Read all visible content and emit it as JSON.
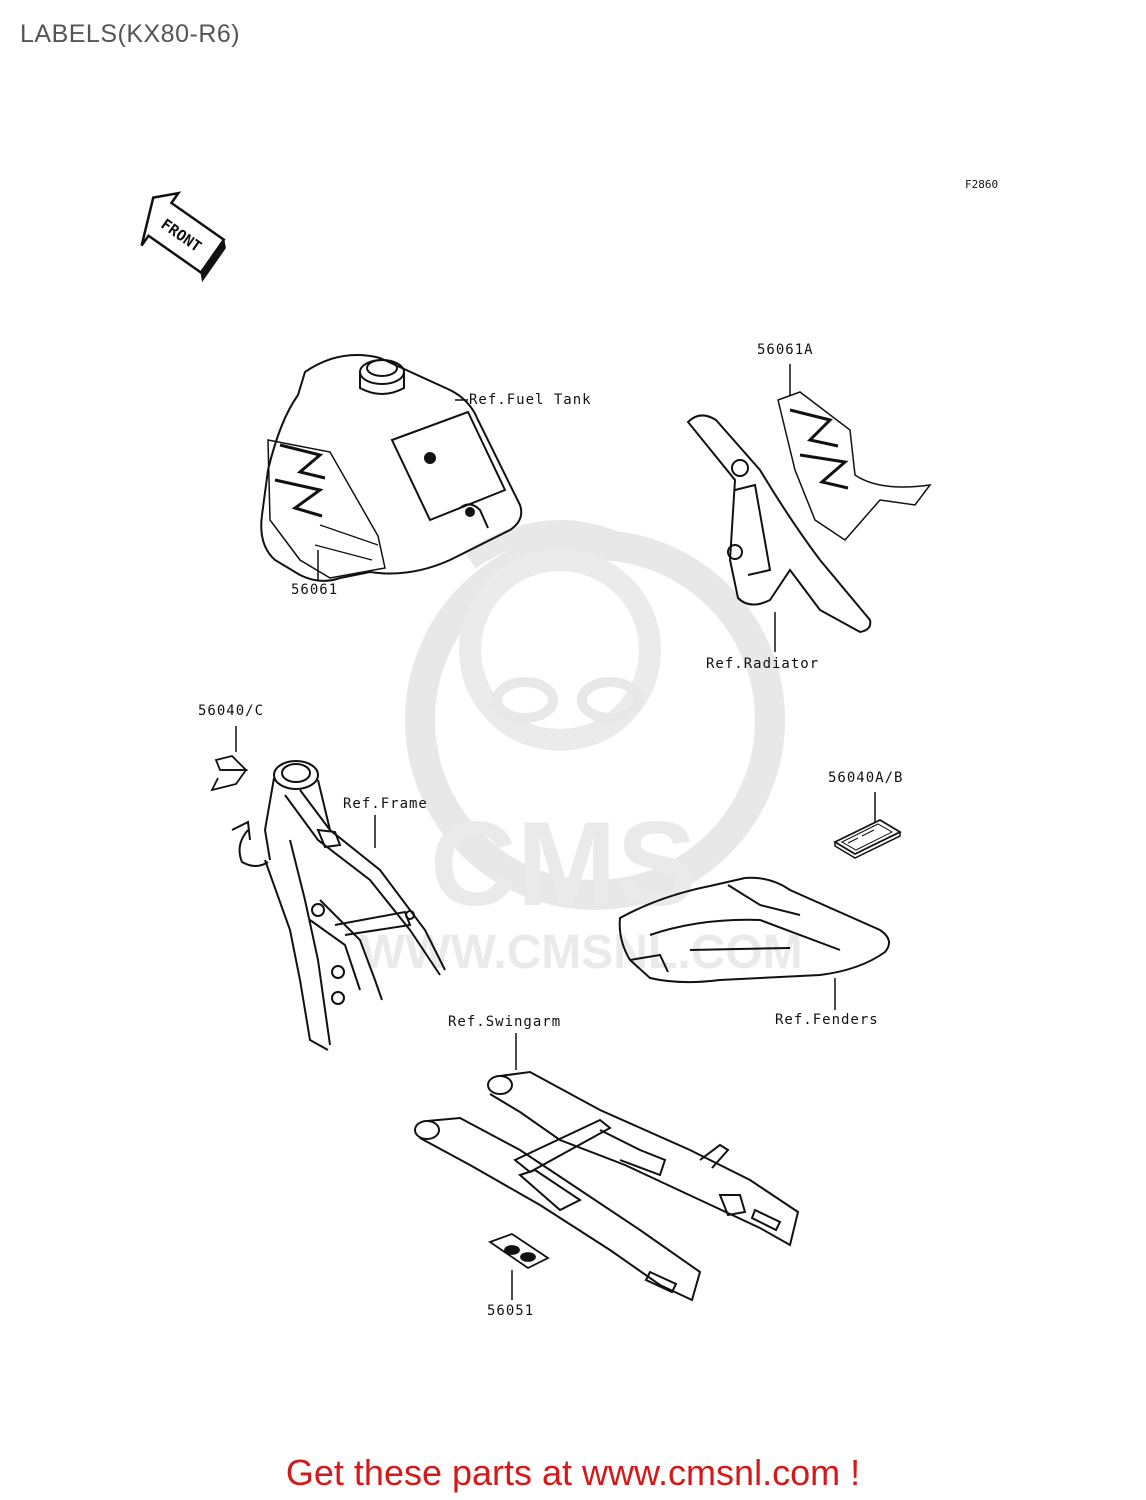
{
  "page": {
    "title": "LABELS(KX80-R6)",
    "figure_id": "F2860",
    "footer": "Get these parts at www.cmsnl.com !"
  },
  "watermark": {
    "logo_text": "CMS",
    "url_text": "WWW.CMSNL.COM"
  },
  "front_arrow": {
    "label": "FRONT"
  },
  "callouts": {
    "fuel_tank_ref": "Ref.Fuel Tank",
    "part_56061": "56061",
    "part_56061a": "56061A",
    "radiator_ref": "Ref.Radiator",
    "part_56040c": "56040/C",
    "frame_ref": "Ref.Frame",
    "part_56040ab": "56040A/B",
    "fenders_ref": "Ref.Fenders",
    "swingarm_ref": "Ref.Swingarm",
    "part_56051": "56051"
  },
  "colors": {
    "footer_red": "#d31a1a",
    "title_gray": "#555555",
    "line": "#111111",
    "watermark": "#e6e6e6"
  }
}
